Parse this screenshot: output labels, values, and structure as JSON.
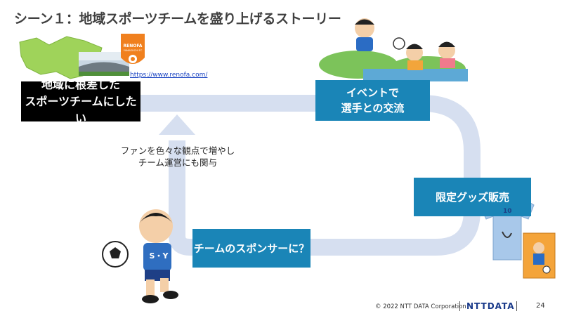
{
  "title": "シーン１：地域スポーツチームを盛り上げるストーリー",
  "logo": {
    "text": "RENOFA",
    "sub": "YAMAGUCHI FC"
  },
  "url_caption": "https://www.renofa.com/",
  "boxes": {
    "goal_line1": "地域に根差した",
    "goal_line2": "スポーツチームにしたい",
    "event_line1": "イベントで",
    "event_line2": "選手との交流",
    "goods": "限定グッズ販売",
    "sponsor": "チームのスポンサーに？"
  },
  "note": {
    "line1": "ファンを色々な観点で増やし",
    "line2": "チーム運営にも関与"
  },
  "jersey": {
    "number": "10"
  },
  "player": {
    "shirt_text": "S・Y"
  },
  "footer": {
    "copyright": "© 2022 NTT DATA Corporation",
    "logo": "NTTDATA",
    "page": "24"
  },
  "colors": {
    "box": "#1a85b7",
    "flow": "#d6dff0",
    "goal_box": "#000000",
    "accent_orange": "#f0801e",
    "map_green": "#9fd35a"
  }
}
